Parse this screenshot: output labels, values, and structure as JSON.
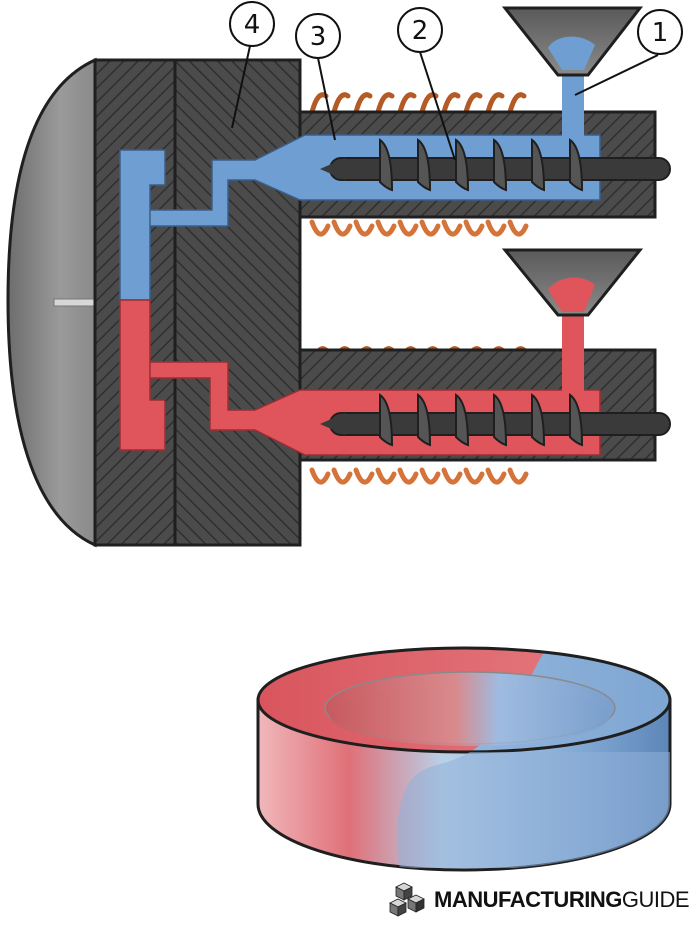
{
  "diagram": {
    "callouts": [
      {
        "id": "1",
        "label": "1"
      },
      {
        "id": "2",
        "label": "2"
      },
      {
        "id": "3",
        "label": "3"
      },
      {
        "id": "4",
        "label": "4"
      }
    ],
    "colors": {
      "material_a": "#6f9fd2",
      "material_b": "#e0555c",
      "steel": "#4a4a4a",
      "heater_coil": "#d4743a",
      "screw": "#3a3a3a"
    }
  },
  "brand": {
    "logo_icon": "stacked-cubes-icon",
    "part1": "MANUFACTURING",
    "part2": "GUIDE"
  }
}
